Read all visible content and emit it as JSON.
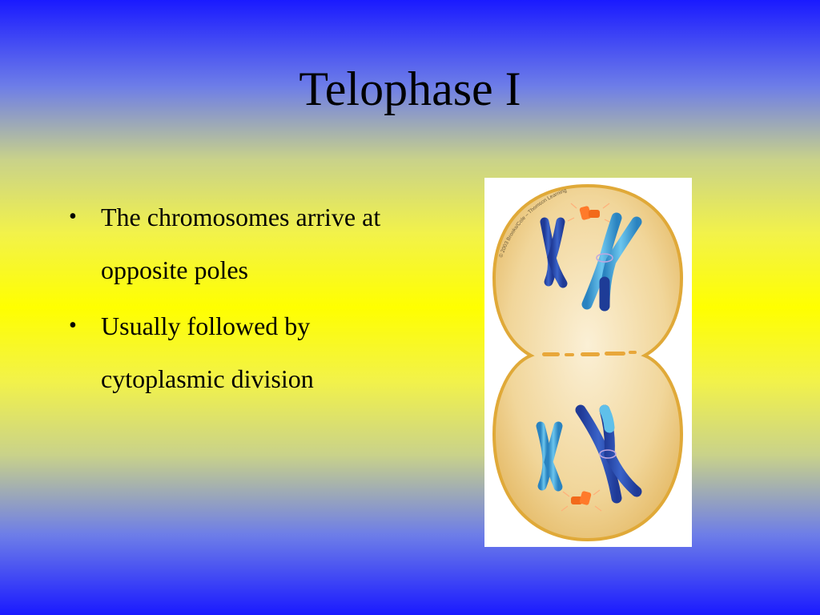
{
  "slide": {
    "title": "Telophase I",
    "bullets": [
      {
        "text": "The chromosomes arrive at opposite poles"
      },
      {
        "text": "Usually followed by cytoplasmic division"
      }
    ],
    "bullet_glyph": "•"
  },
  "figure": {
    "credit": "© 2003 Brooks/Cole – Thomson Learning",
    "icons": [
      "dividing-cell-illustration",
      "chromosome-icon",
      "centriole-icon"
    ],
    "colors": {
      "cytoplasm": "#f1d69a",
      "membrane": "#e0a938",
      "chromosome_dark": "#2c4fb4",
      "chromosome_light": "#46a7d8",
      "centriole": "#ff7a2a"
    }
  }
}
